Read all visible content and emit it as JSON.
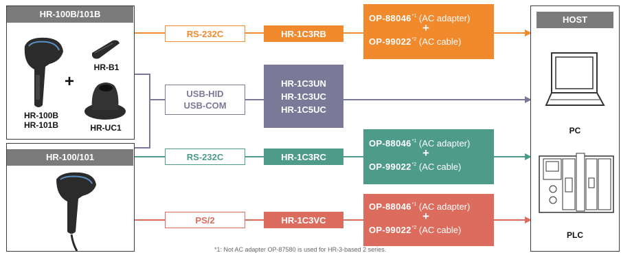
{
  "left_panels": {
    "top": {
      "title": "HR-100B/101B",
      "label_gun": "HR-100B\nHR-101B",
      "label_cradle": "HR-B1",
      "label_base": "HR-UC1",
      "plus": "+"
    },
    "bottom": {
      "title": "HR-100/101"
    }
  },
  "host_panel": {
    "title": "HOST",
    "pc_label": "PC",
    "plc_label": "PLC"
  },
  "rows": [
    {
      "interface": "RS-232C",
      "cable": "HR-1C3RB",
      "adapter_code": "OP-88046",
      "adapter_note": "*1",
      "adapter_desc": " (AC adapter)",
      "plus": "+",
      "acable_code": "OP-99022",
      "acable_note": "*2",
      "acable_desc": " (AC cable)"
    },
    {
      "interface": "USB-HID\nUSB-COM",
      "cable": "HR-1C3UN\nHR-1C3UC\nHR-1C5UC"
    },
    {
      "interface": "RS-232C",
      "cable": "HR-1C3RC",
      "adapter_code": "OP-88046",
      "adapter_note": "*1",
      "adapter_desc": " (AC adapter)",
      "plus": "+",
      "acable_code": "OP-99022",
      "acable_note": "*2",
      "acable_desc": " (AC cable)"
    },
    {
      "interface": "PS/2",
      "cable": "HR-1C3VC",
      "adapter_code": "OP-88046",
      "adapter_note": "*1",
      "adapter_desc": " (AC adapter)",
      "plus": "+",
      "acable_code": "OP-99022",
      "acable_note": "*2",
      "acable_desc": " (AC cable)"
    }
  ],
  "colors": {
    "orange": "#f1892d",
    "teal": "#4f9b8a",
    "purple": "#7a7a98",
    "red": "#dc6c5d",
    "panel_title": "#7b7b7b"
  },
  "footnote": "*1: Not AC adapter OP-87580 is used for HR-3-based 2 series."
}
